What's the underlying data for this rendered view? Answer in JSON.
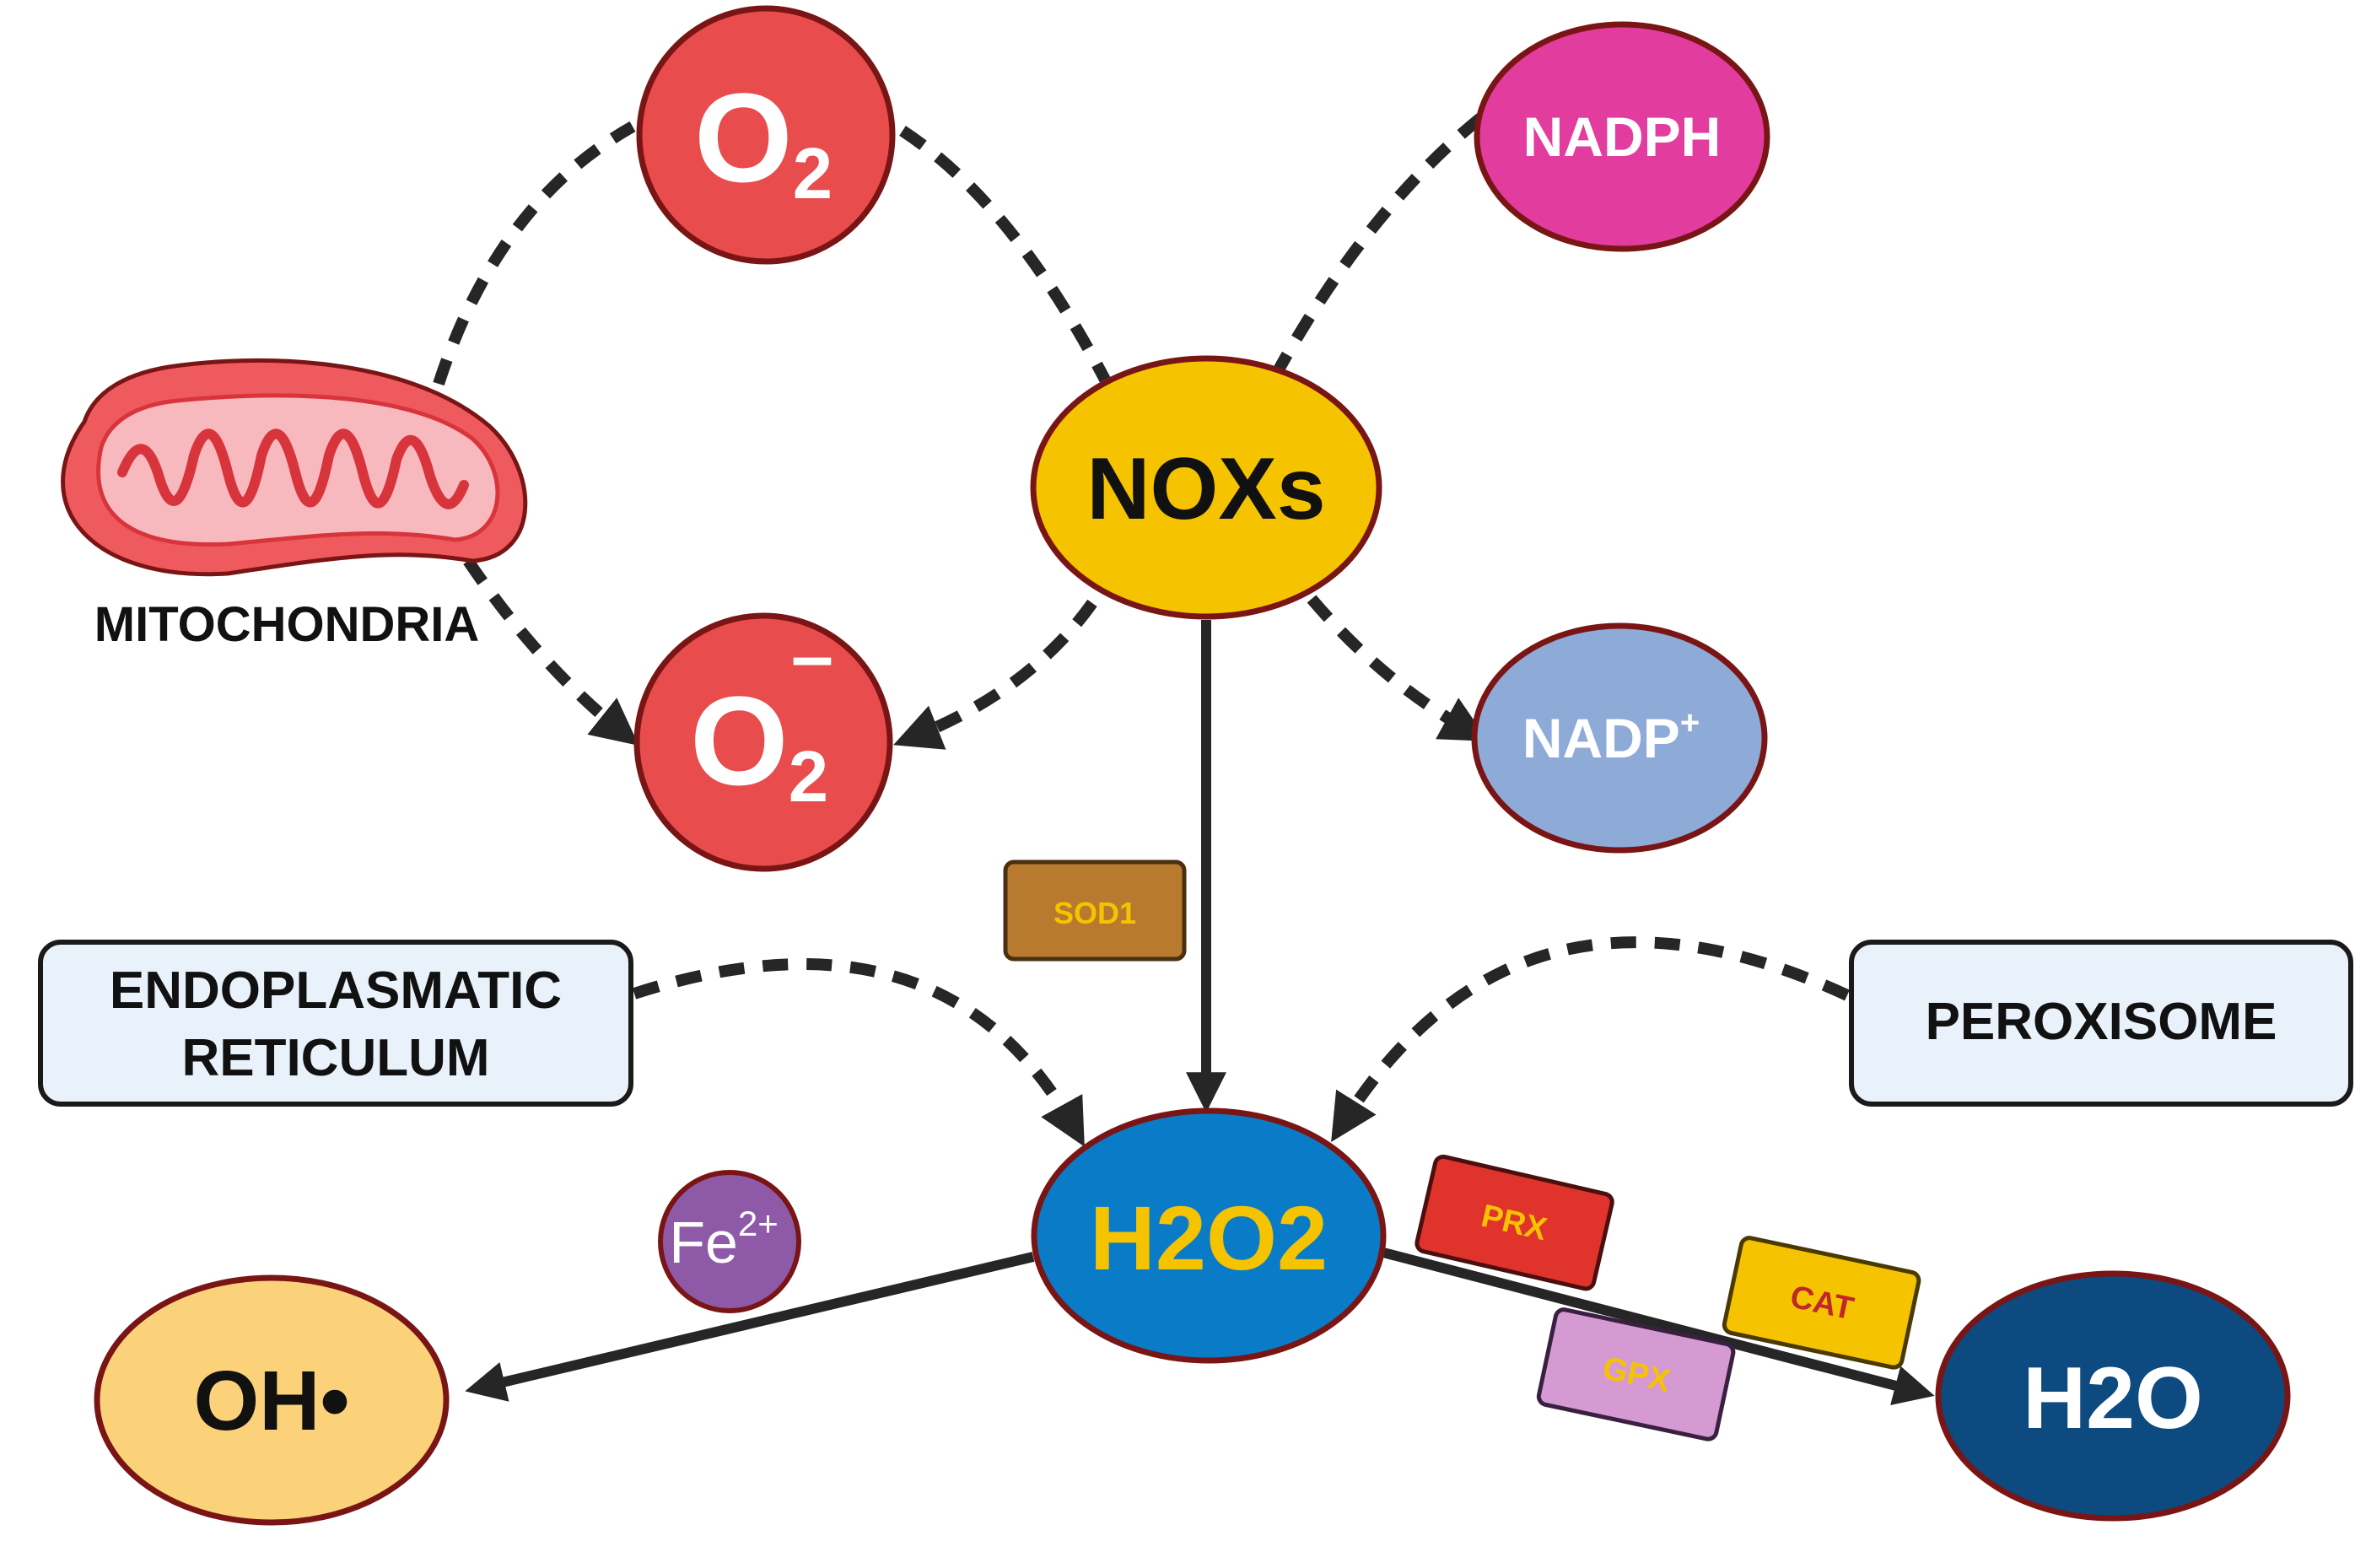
{
  "nodes": {
    "o2": {
      "label": "O",
      "sub": "2",
      "fill": "#e84c4c"
    },
    "superoxide": {
      "label": "O",
      "sub": "2",
      "sup": "–",
      "fill": "#e84c4c"
    },
    "nadph": {
      "label": "NADPH",
      "fill": "#e23c9f"
    },
    "noxs": {
      "label": "NOXs",
      "fill": "#f5c300"
    },
    "nadp": {
      "label": "NADP",
      "sup": "+",
      "fill": "#8eaad6"
    },
    "mitochondria": {
      "label": "MITOCHONDRIA",
      "fill": "#ef5a5f"
    },
    "er": {
      "line1": "ENDOPLASMATIC",
      "line2": "RETICULUM",
      "fill": "#e9f2fb"
    },
    "peroxisome": {
      "label": "PEROXISOME",
      "fill": "#e9f2fb"
    },
    "h2o2": {
      "label": "H2O2",
      "fill": "#0a7bc6",
      "text_color": "#f5c300"
    },
    "fe": {
      "label": "Fe",
      "sup": "2+",
      "fill": "#8e5aa8"
    },
    "oh": {
      "label": "OH•",
      "fill": "#fbd27a"
    },
    "h2o": {
      "label": "H2O",
      "fill": "#0c4a80"
    }
  },
  "enzymes": {
    "sod1": {
      "label": "SOD1",
      "fill": "#b87a2e",
      "text_color": "#f5c300"
    },
    "prx": {
      "label": "PRX",
      "fill": "#e0332b",
      "text_color": "#f5c300"
    },
    "cat": {
      "label": "CAT",
      "fill": "#f5c300",
      "text_color": "#c0262a"
    },
    "gpx": {
      "label": "GPX",
      "fill": "#d59ad2",
      "text_color": "#f5c300"
    }
  },
  "colors": {
    "border": "#7a1515",
    "line": "#262626"
  }
}
